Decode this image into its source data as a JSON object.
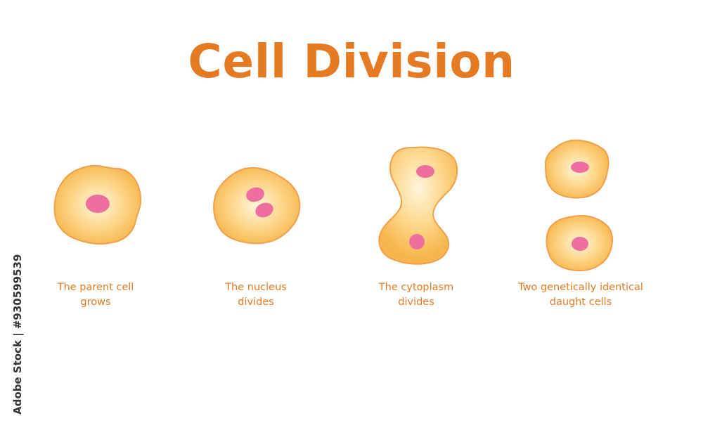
{
  "title": "Cell Division",
  "colors": {
    "title": "#e57a22",
    "caption": "#e57a22",
    "membrane": "#f0a04c",
    "cytoplasm_center": "#fff6dc",
    "cytoplasm_mid": "#fdd68a",
    "cytoplasm_edge": "#f7b64c",
    "nucleus": "#ef6e9e",
    "credit": "#333333"
  },
  "stages": [
    {
      "line1": "The parent cell",
      "line2": "grows"
    },
    {
      "line1": "The nucleus",
      "line2": "divides"
    },
    {
      "line1": "The cytoplasm",
      "line2": "divides"
    },
    {
      "line1": "Two genetically identical",
      "line2": "daught cells"
    }
  ],
  "credit_text": "Adobe Stock | #930599539"
}
